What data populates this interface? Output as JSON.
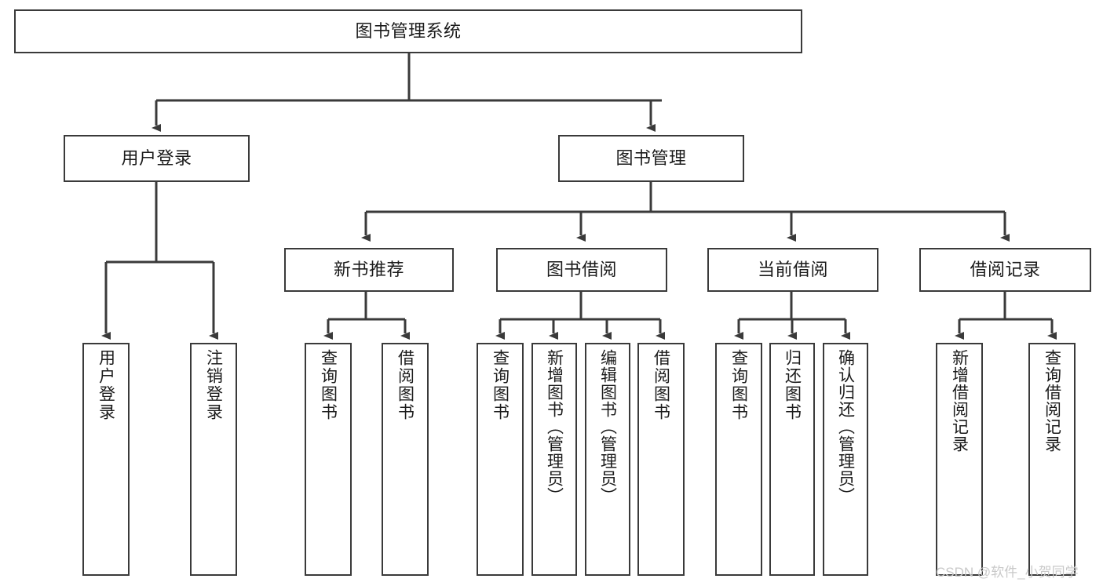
{
  "diagram": {
    "title": "图书管理系统",
    "type": "hierarchy-tree",
    "stroke_color": "#3a3a3a",
    "text_color": "#1b1b1b",
    "background_color": "#ffffff"
  },
  "nodes": {
    "root": {
      "label": "图书管理系统"
    },
    "level1": [
      {
        "label": "用户登录"
      },
      {
        "label": "图书管理"
      }
    ],
    "level2": [
      {
        "label": "新书推荐"
      },
      {
        "label": "图书借阅"
      },
      {
        "label": "当前借阅"
      },
      {
        "label": "借阅记录"
      }
    ],
    "leaves": {
      "user_login": [
        {
          "label": "用户登录"
        },
        {
          "label": "注销登录"
        }
      ],
      "new_book_recommend": [
        {
          "label": "查询图书"
        },
        {
          "label": "借阅图书"
        }
      ],
      "book_borrow": [
        {
          "label": "查询图书"
        },
        {
          "label": "新增图书（管理员）"
        },
        {
          "label": "编辑图书（管理员）"
        },
        {
          "label": "借阅图书"
        }
      ],
      "current_borrow": [
        {
          "label": "查询图书"
        },
        {
          "label": "归还图书"
        },
        {
          "label": "确认归还（管理员）"
        }
      ],
      "borrow_records": [
        {
          "label": "新增借阅记录"
        },
        {
          "label": "查询借阅记录"
        }
      ]
    }
  },
  "watermark": {
    "text": "CSDN @软件_小贺同学",
    "color": "#c9c9c9"
  }
}
